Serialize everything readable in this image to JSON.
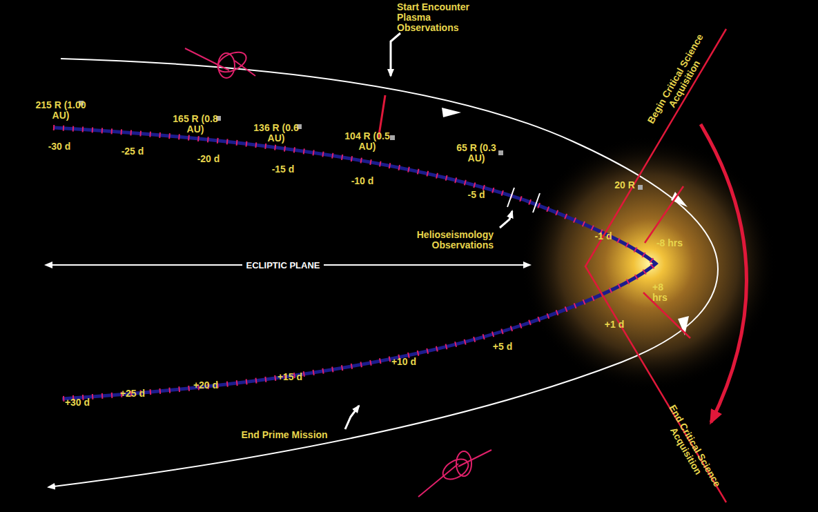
{
  "diagram": {
    "labels": [
      "Start Encounter Plasma Observations",
      "215 R (1.00 AU)",
      "165 R (0.8 AU)",
      "136 R (0.6 AU)",
      "104 R (0.5 AU)",
      "65 R (0.3 AU)",
      "-30 d",
      "-25 d",
      "-20 d",
      "-15 d",
      "-10 d",
      "-5 d",
      "Helioseismology Observations",
      "ECLIPTIC PLANE",
      "20 R",
      "-1 d",
      "-8 hrs",
      "+8 hrs",
      "+1 d",
      "Begin Critical Science Acquisition",
      "End Critical Science Acquisition",
      "+5 d",
      "+10 d",
      "+15 d",
      "+20 d",
      "+25 d",
      "+30 d",
      "End Prime Mission"
    ]
  }
}
